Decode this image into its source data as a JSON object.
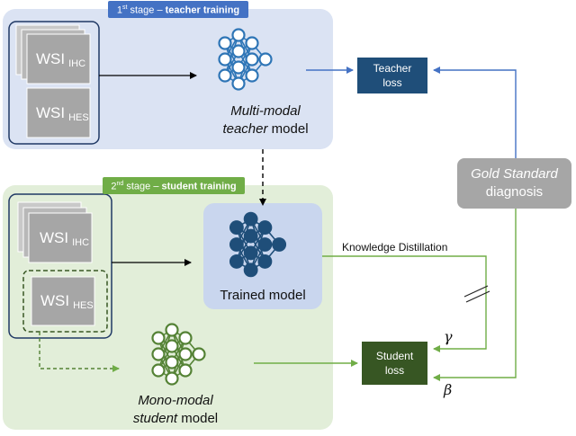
{
  "stage1": {
    "tag_ordinal": "1",
    "tag_sup": "st",
    "tag_plain": " stage – ",
    "tag_bold": "teacher training"
  },
  "stage2": {
    "tag_ordinal": "2",
    "tag_sup": "nd",
    "tag_plain": " stage – ",
    "tag_bold": "student training"
  },
  "wsi": {
    "main": "WSI",
    "sub_ihc": "IHC",
    "sub_hes": "HES"
  },
  "teacher_model": {
    "line1": "Multi-modal",
    "line2_italic": "teacher",
    "line2_rest": " model"
  },
  "trained_model": {
    "label": "Trained model"
  },
  "student_model": {
    "line1": "Mono-modal",
    "line2_italic": "student",
    "line2_rest": " model"
  },
  "teacher_loss": {
    "line1": "Teacher",
    "line2": "loss"
  },
  "student_loss": {
    "line1": "Student",
    "line2": "loss"
  },
  "gold_standard": {
    "line1": "Gold Standard",
    "line2": "diagnosis"
  },
  "knowledge_distillation": "Knowledge Distillation",
  "gamma": "γ",
  "beta": "β",
  "colors": {
    "stage1_bg": "#dbe3f3",
    "stage2_bg": "#e2eed9",
    "stage1_tag": "#4472c4",
    "stage2_tag": "#70ad47",
    "teacher_loss": "#1f4e79",
    "student_loss": "#375623",
    "gold": "#a6a6a6",
    "wsi_card": "#a6a6a6",
    "teacher_net": "#2e75b6",
    "trained_net": "#1f4e79",
    "student_net": "#548235",
    "blue_arrow": "#4472c4",
    "green_arrow": "#70ad47"
  }
}
